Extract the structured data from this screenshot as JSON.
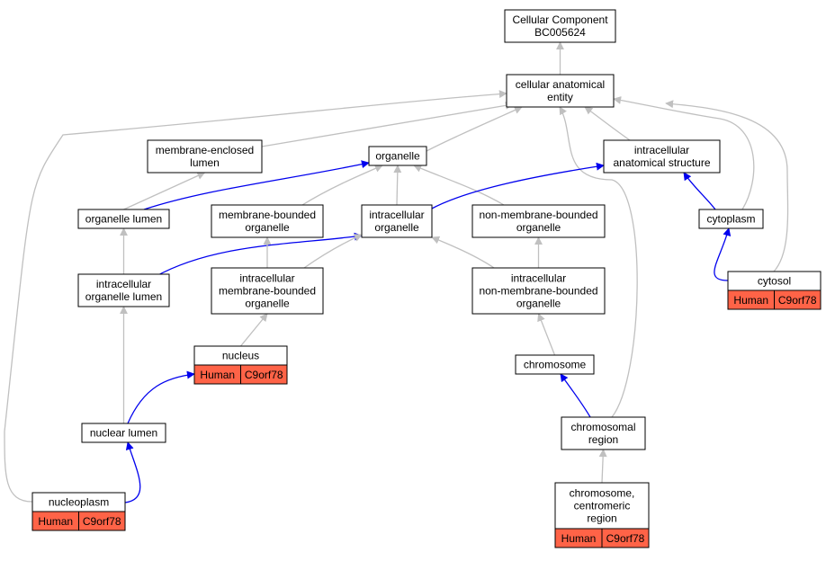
{
  "colors": {
    "grey_edge": "#c0c0c0",
    "blue_edge": "#0000ee",
    "annotation_fill": "#ff6347"
  },
  "nodes": {
    "root": [
      "Cellular Component",
      "BC005624"
    ],
    "cae": [
      "cellular anatomical",
      "entity"
    ],
    "mel": [
      "membrane-enclosed",
      "lumen"
    ],
    "organelle": [
      "organelle"
    ],
    "ias": [
      "intracellular",
      "anatomical structure"
    ],
    "olumen": [
      "organelle lumen"
    ],
    "mbo": [
      "membrane-bounded",
      "organelle"
    ],
    "io": [
      "intracellular",
      "organelle"
    ],
    "nmbo": [
      "non-membrane-bounded",
      "organelle"
    ],
    "cytoplasm": [
      "cytoplasm"
    ],
    "iol": [
      "intracellular",
      "organelle lumen"
    ],
    "imbo": [
      "intracellular",
      "membrane-bounded",
      "organelle"
    ],
    "inmbo": [
      "intracellular",
      "non-membrane-bounded",
      "organelle"
    ],
    "cytosol": [
      "cytosol"
    ],
    "nucleus": [
      "nucleus"
    ],
    "chromosome": [
      "chromosome"
    ],
    "nlumen": [
      "nuclear lumen"
    ],
    "chregion": [
      "chromosomal",
      "region"
    ],
    "nucleoplasm": [
      "nucleoplasm"
    ],
    "ccr": [
      "chromosome,",
      "centromeric",
      "region"
    ]
  },
  "annotations": {
    "cytosol": [
      "Human",
      "C9orf78"
    ],
    "nucleus": [
      "Human",
      "C9orf78"
    ],
    "nucleoplasm": [
      "Human",
      "C9orf78"
    ],
    "ccr": [
      "Human",
      "C9orf78"
    ]
  },
  "edges": [
    {
      "from": "cae",
      "to": "root",
      "color": "grey"
    },
    {
      "from": "mel",
      "to": "cae",
      "color": "grey"
    },
    {
      "from": "organelle",
      "to": "cae",
      "color": "grey"
    },
    {
      "from": "ias",
      "to": "cae",
      "color": "grey"
    },
    {
      "from": "cytoplasm",
      "to": "cae",
      "color": "grey"
    },
    {
      "from": "cytosol",
      "to": "cae",
      "color": "grey"
    },
    {
      "from": "nucleoplasm",
      "to": "cae",
      "color": "grey"
    },
    {
      "from": "chregion",
      "to": "cae",
      "color": "grey"
    },
    {
      "from": "olumen",
      "to": "mel",
      "color": "grey"
    },
    {
      "from": "olumen",
      "to": "organelle",
      "color": "blue"
    },
    {
      "from": "mbo",
      "to": "organelle",
      "color": "grey"
    },
    {
      "from": "io",
      "to": "organelle",
      "color": "grey"
    },
    {
      "from": "nmbo",
      "to": "organelle",
      "color": "grey"
    },
    {
      "from": "io",
      "to": "ias",
      "color": "blue"
    },
    {
      "from": "cytoplasm",
      "to": "ias",
      "color": "blue"
    },
    {
      "from": "iol",
      "to": "olumen",
      "color": "grey"
    },
    {
      "from": "iol",
      "to": "io",
      "color": "blue"
    },
    {
      "from": "imbo",
      "to": "mbo",
      "color": "grey"
    },
    {
      "from": "imbo",
      "to": "io",
      "color": "grey"
    },
    {
      "from": "inmbo",
      "to": "nmbo",
      "color": "grey"
    },
    {
      "from": "inmbo",
      "to": "io",
      "color": "grey"
    },
    {
      "from": "cytosol",
      "to": "cytoplasm",
      "color": "blue"
    },
    {
      "from": "nucleus",
      "to": "imbo",
      "color": "grey"
    },
    {
      "from": "chromosome",
      "to": "inmbo",
      "color": "grey"
    },
    {
      "from": "nlumen",
      "to": "iol",
      "color": "grey"
    },
    {
      "from": "nlumen",
      "to": "nucleus",
      "color": "blue"
    },
    {
      "from": "chregion",
      "to": "chromosome",
      "color": "blue"
    },
    {
      "from": "nucleoplasm",
      "to": "nlumen",
      "color": "blue"
    },
    {
      "from": "ccr",
      "to": "chregion",
      "color": "grey"
    }
  ]
}
